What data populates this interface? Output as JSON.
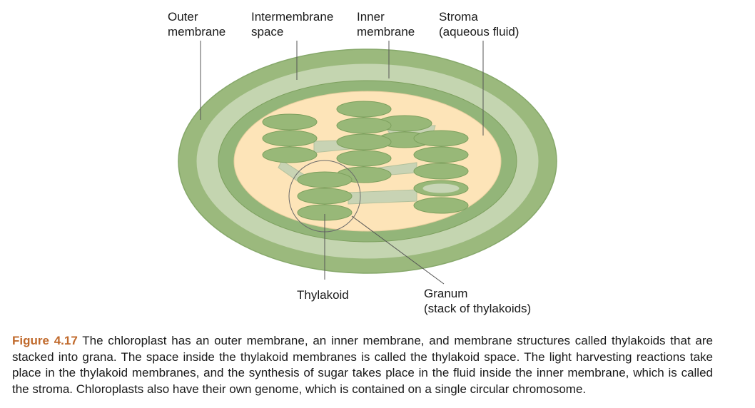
{
  "labels": {
    "outer_membrane": [
      "Outer",
      "membrane"
    ],
    "intermembrane_space": [
      "Intermembrane",
      "space"
    ],
    "inner_membrane": [
      "Inner",
      "membrane"
    ],
    "stroma": [
      "Stroma",
      "(aqueous fluid)"
    ],
    "thylakoid": "Thylakoid",
    "granum": [
      "Granum",
      "(stack of thylakoids)"
    ]
  },
  "caption": {
    "figure_number": "Figure 4.17",
    "text": " The chloroplast has an outer membrane, an inner membrane, and membrane structures called thylakoids that are stacked into grana. The space inside the thylakoid membranes is called the thylakoid space. The light harvesting reactions take place in the thylakoid membranes, and the synthesis of sugar takes place in the fluid inside the inner membrane, which is called the stroma. Chloroplasts also have their own genome, which is contained on a single circular chromosome."
  },
  "colors": {
    "outer_ring": "#9bb97d",
    "intermembrane": "#c4d5b0",
    "inner_ring": "#93b579",
    "stroma": "#fde4b8",
    "thylakoid": "#98b878",
    "thylakoid_stroke": "#7da05e",
    "lamella": "#c8d3b4",
    "caption_accent": "#c0692b"
  }
}
